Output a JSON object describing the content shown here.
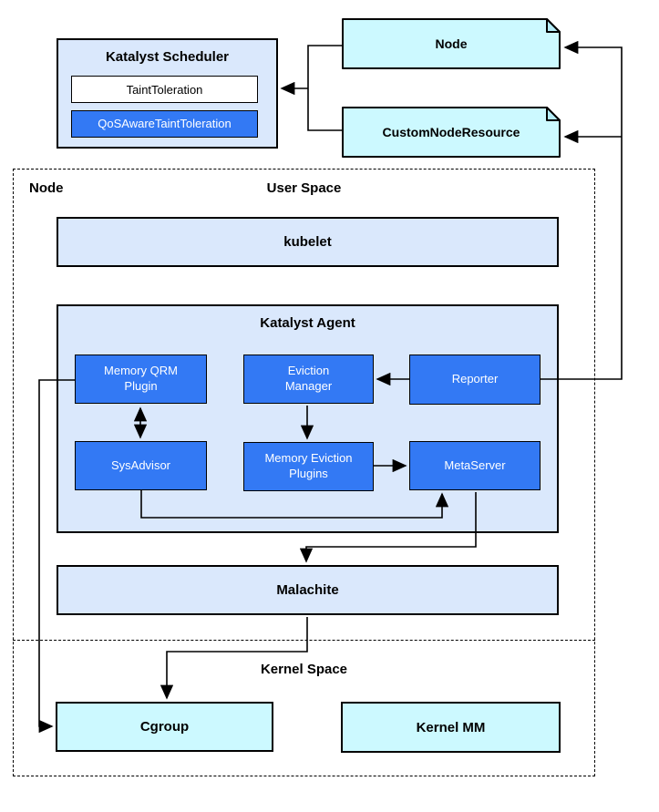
{
  "colors": {
    "lavender": "#dae8fc",
    "blue": "#3379f4",
    "cyan": "#ccf9ff",
    "cyan-fold": "#b5ecf7",
    "stroke": "#000000"
  },
  "scheduler": {
    "title": "Katalyst Scheduler",
    "taint": "TaintToleration",
    "qos_taint": "QoSAwareTaintToleration"
  },
  "crds": {
    "node": "Node",
    "custom_node_resource": "CustomNodeResource"
  },
  "node_box": {
    "label": "Node",
    "user_space": "User Space",
    "kernel_space": "Kernel Space"
  },
  "kubelet": {
    "label": "kubelet"
  },
  "agent": {
    "title": "Katalyst Agent",
    "components": {
      "memory_qrm": {
        "lines": [
          "Memory QRM",
          "Plugin"
        ]
      },
      "eviction_manager": {
        "lines": [
          "Eviction",
          "Manager"
        ]
      },
      "reporter": {
        "lines": [
          "Reporter"
        ]
      },
      "sysadvisor": {
        "lines": [
          "SysAdvisor"
        ]
      },
      "memory_eviction": {
        "lines": [
          "Memory Eviction",
          "Plugins"
        ]
      },
      "metaserver": {
        "lines": [
          "MetaServer"
        ]
      }
    }
  },
  "malachite": {
    "label": "Malachite"
  },
  "kernel": {
    "cgroup": "Cgroup",
    "kernel_mm": "Kernel MM"
  }
}
